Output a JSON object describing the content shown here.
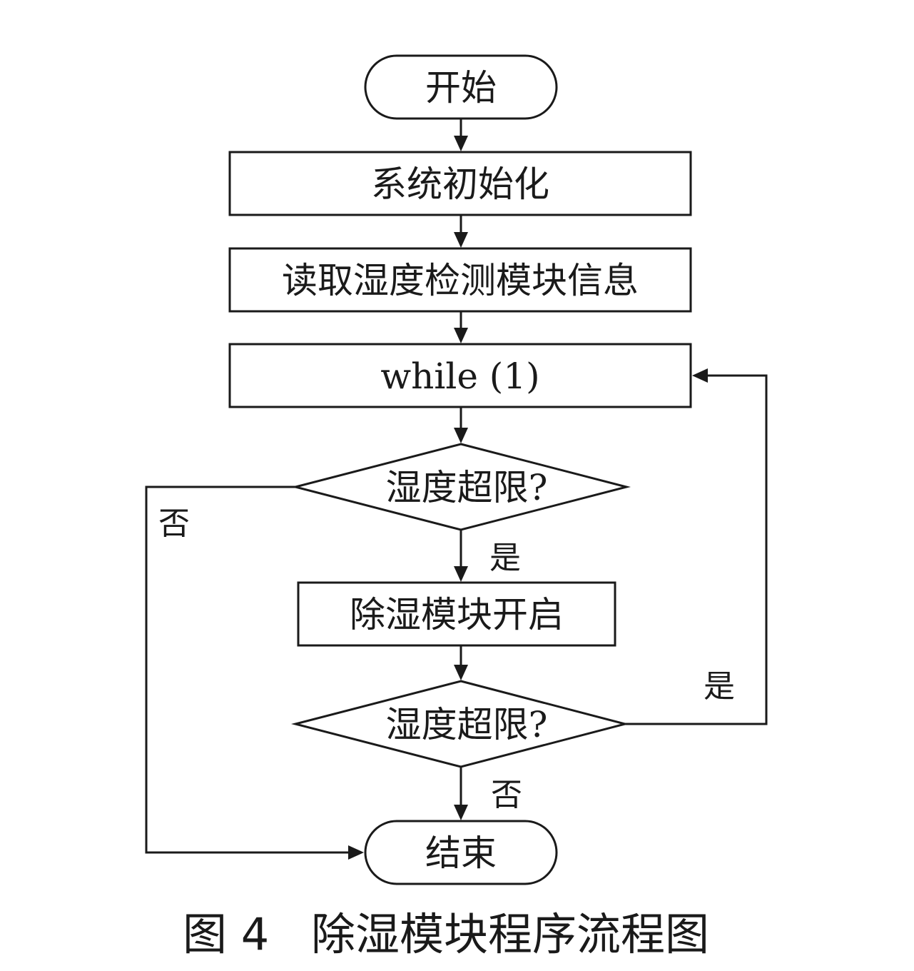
{
  "diagram": {
    "nodes": {
      "start": "开始",
      "init": "系统初始化",
      "read": "读取湿度检测模块信息",
      "loop": "while (1)",
      "check1": "湿度超限?",
      "enable": "除湿模块开启",
      "check2": "湿度超限?",
      "end": "结束"
    },
    "edge_labels": {
      "check1_no": "否",
      "check1_yes": "是",
      "check2_yes": "是",
      "check2_no": "否"
    }
  },
  "caption": {
    "figure_number": "图 4",
    "title": "除湿模块程序流程图"
  }
}
